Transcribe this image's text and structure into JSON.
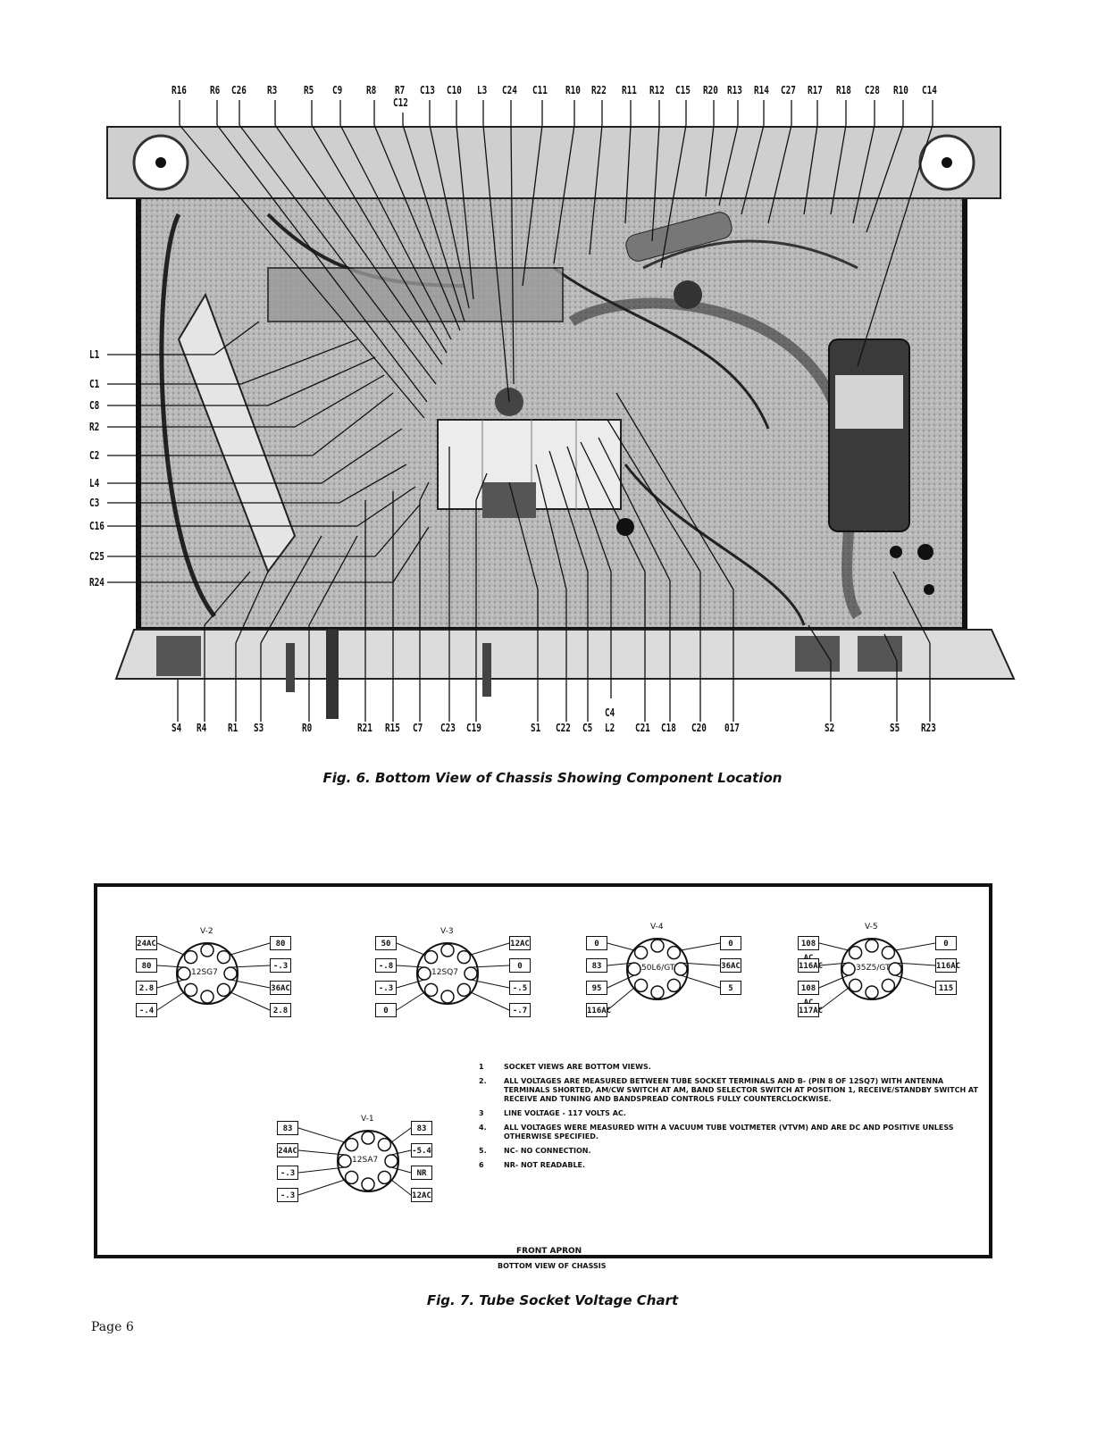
{
  "figure6": {
    "caption": "Fig. 6. Bottom View of Chassis Showing Component Location",
    "top_labels": [
      "R16",
      "R6",
      "C26",
      "R3",
      "R5",
      "C9",
      "R8",
      "R7",
      "C12",
      "C13",
      "C10",
      "L3",
      "C24",
      "C11",
      "R10",
      "R22",
      "R11",
      "R12",
      "C15",
      "R20",
      "R13",
      "R14",
      "C27",
      "R17",
      "R18",
      "C28",
      "R10",
      "C14"
    ],
    "left_labels": [
      "L1",
      "C1",
      "C8",
      "R2",
      "C2",
      "L4",
      "C3",
      "C16",
      "C25",
      "R24"
    ],
    "bottom_labels": [
      "S4",
      "R4",
      "R1",
      "S3",
      "R0",
      "R21",
      "R15",
      "C7",
      "C23",
      "C19",
      "S1",
      "C22",
      "C5",
      "C4",
      "L2",
      "C21",
      "C18",
      "C20",
      "017",
      "S2",
      "S5",
      "R23"
    ]
  },
  "figure7": {
    "caption": "Fig. 7. Tube Socket Voltage Chart",
    "front_apron": "FRONT APRON",
    "bottom_view": "BOTTOM VIEW OF CHASSIS",
    "sockets": [
      {
        "id": "V-2",
        "tube": "12SG7",
        "left": [
          "24AC",
          "80",
          "2.8",
          "-.4"
        ],
        "right": [
          "80",
          "-.3",
          "36AC",
          "2.8"
        ]
      },
      {
        "id": "V-3",
        "tube": "12SQ7",
        "left": [
          "50",
          "-.8",
          "-.3",
          "0"
        ],
        "right": [
          "12AC",
          "0",
          "-.5",
          "-.7"
        ]
      },
      {
        "id": "V-4",
        "tube": "50L6/GT",
        "left": [
          "0",
          "83",
          "95",
          "116AC"
        ],
        "right": [
          "0",
          "36AC",
          "5"
        ]
      },
      {
        "id": "V-5",
        "tube": "35Z5/GT",
        "left": [
          "108 AC",
          "116AC",
          "108 AC",
          "117AC"
        ],
        "right": [
          "0",
          "116AC",
          "115"
        ]
      },
      {
        "id": "V-1",
        "tube": "12SA7",
        "left": [
          "83",
          "24AC",
          "-.3",
          "-.3"
        ],
        "right": [
          "83",
          "-5.4",
          "NR",
          "12AC"
        ]
      }
    ],
    "notes": [
      {
        "num": "1",
        "text": "SOCKET VIEWS ARE BOTTOM VIEWS."
      },
      {
        "num": "2.",
        "text": "ALL VOLTAGES ARE MEASURED BETWEEN TUBE SOCKET TERMINALS AND B- (PIN 8 OF 12SQ7) WITH ANTENNA TERMINALS SHORTED, AM/CW SWITCH AT AM, BAND SELECTOR SWITCH AT POSITION 1, RECEIVE/STANDBY SWITCH AT RECEIVE AND TUNING AND BANDSPREAD CONTROLS FULLY COUNTERCLOCKWISE."
      },
      {
        "num": "3",
        "text": "LINE VOLTAGE - 117 VOLTS AC."
      },
      {
        "num": "4.",
        "text": "ALL VOLTAGES WERE MEASURED WITH A VACUUM TUBE VOLTMETER (VTVM) AND ARE DC AND POSITIVE UNLESS OTHERWISE SPECIFIED."
      },
      {
        "num": "5.",
        "text": "NC- NO CONNECTION."
      },
      {
        "num": "6",
        "text": "NR- NOT READABLE."
      }
    ]
  },
  "page": {
    "number": "Page 6"
  }
}
